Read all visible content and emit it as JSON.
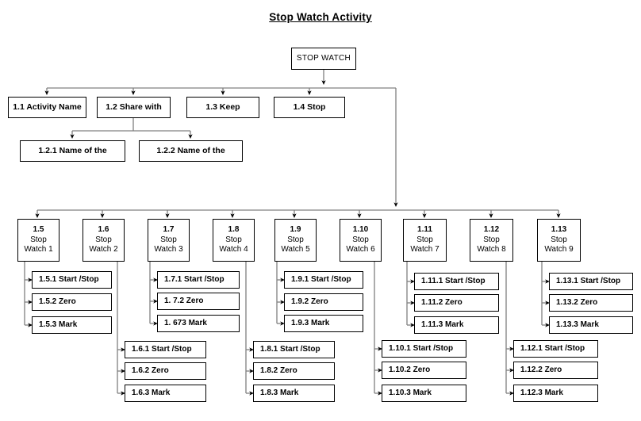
{
  "document": {
    "title": "Stop Watch Activity"
  },
  "diagram": {
    "type": "hierarchy-tree",
    "root": {
      "label": "STOP WATCH"
    },
    "level1": [
      {
        "label": "1.1 Activity Name"
      },
      {
        "label": "1.2 Share with"
      },
      {
        "label": "1.3 Keep"
      },
      {
        "label": "1.4 Stop"
      }
    ],
    "level2": [
      {
        "label": "1.2.1 Name of the"
      },
      {
        "label": "1.2.2 Name of the"
      }
    ],
    "stopwatches": [
      {
        "number": "1.5",
        "line2": "Stop",
        "line3": "Watch 1",
        "children": [
          {
            "label": "1.5.1 Start /Stop"
          },
          {
            "label": "1.5.2 Zero"
          },
          {
            "label": "1.5.3 Mark"
          }
        ]
      },
      {
        "number": "1.6",
        "line2": "Stop",
        "line3": "Watch 2",
        "children": [
          {
            "label": "1.6.1 Start /Stop"
          },
          {
            "label": "1.6.2 Zero"
          },
          {
            "label": "1.6.3 Mark"
          }
        ]
      },
      {
        "number": "1.7",
        "line2": "Stop",
        "line3": "Watch 3",
        "children": [
          {
            "label": "1.7.1 Start /Stop"
          },
          {
            "label": "1. 7.2 Zero"
          },
          {
            "label": "1. 673 Mark"
          }
        ]
      },
      {
        "number": "1.8",
        "line2": "Stop",
        "line3": "Watch 4",
        "children": [
          {
            "label": "1.8.1 Start /Stop"
          },
          {
            "label": "1.8.2 Zero"
          },
          {
            "label": "1.8.3 Mark"
          }
        ]
      },
      {
        "number": "1.9",
        "line2": "Stop",
        "line3": "Watch 5",
        "children": [
          {
            "label": "1.9.1 Start /Stop"
          },
          {
            "label": "1.9.2 Zero"
          },
          {
            "label": "1.9.3 Mark"
          }
        ]
      },
      {
        "number": "1.10",
        "line2": "Stop",
        "line3": "Watch 6",
        "children": [
          {
            "label": "1.10.1 Start /Stop"
          },
          {
            "label": "1.10.2 Zero"
          },
          {
            "label": "1.10.3 Mark"
          }
        ]
      },
      {
        "number": "1.11",
        "line2": "Stop",
        "line3": "Watch 7",
        "children": [
          {
            "label": "1.11.1 Start /Stop"
          },
          {
            "label": "1.11.2 Zero"
          },
          {
            "label": "1.11.3 Mark"
          }
        ]
      },
      {
        "number": "1.12",
        "line2": "Stop",
        "line3": "Watch 8",
        "children": [
          {
            "label": "1.12.1 Start /Stop"
          },
          {
            "label": "1.12.2 Zero"
          },
          {
            "label": "1.12.3 Mark"
          }
        ]
      },
      {
        "number": "1.13",
        "line2": "Stop",
        "line3": "Watch 9",
        "children": [
          {
            "label": "1.13.1 Start /Stop"
          },
          {
            "label": "1.13.2 Zero"
          },
          {
            "label": "1.13.3 Mark"
          }
        ]
      }
    ],
    "colors": {
      "box_border": "#000000",
      "box_fill": "#ffffff",
      "connector": "#808080",
      "arrow": "#000000",
      "text": "#000000",
      "page_background": "#ffffff"
    }
  }
}
